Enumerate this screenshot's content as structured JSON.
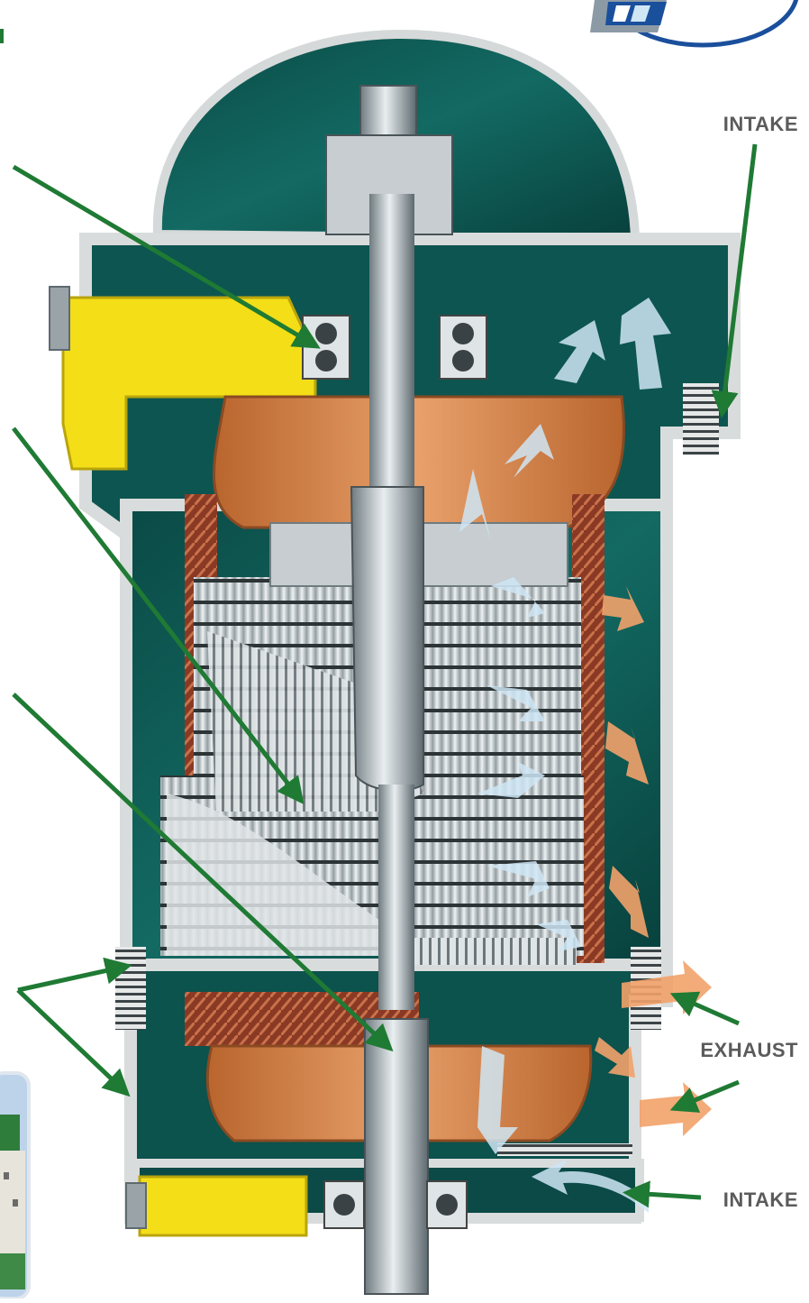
{
  "labels": {
    "intake_top": "INTAKE",
    "exhaust": "EXHAUST",
    "intake_bottom": "INTAKE"
  },
  "colors": {
    "housing_teal": "#0f5b56",
    "housing_dark": "#093f3c",
    "frame_grey": "#d9dcdc",
    "yellow_cap": "#f3de18",
    "copper": "#d98a4c",
    "winding_brown": "#7a2f1f",
    "shaft_grey": "#9aa4a8",
    "lamination": "#c7cdd0",
    "arrow_green": "#1f7a34",
    "airflow_blue": "#cfe6f5",
    "airflow_orange": "#f2a26a",
    "logo_blue": "#1a4f9c",
    "label_grey": "#5b5b5b"
  },
  "icons": [
    "logo-badge-icon",
    "thumbnail-photo-icon"
  ]
}
